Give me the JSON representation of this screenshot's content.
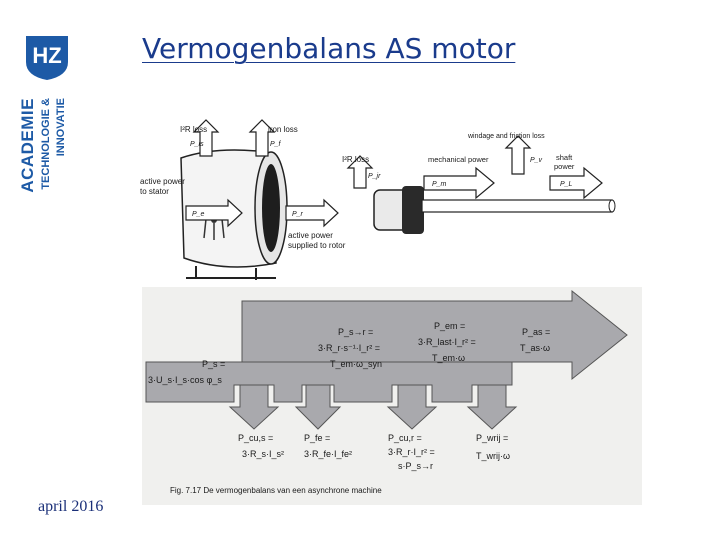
{
  "sidebar": {
    "logo_text": "HZ",
    "academie": "ACADEMIE",
    "line2": "TECHNOLOGIE &",
    "line3": "INNOVATIE"
  },
  "slide": {
    "title": "Vermogenbalans AS motor",
    "date": "april 2016"
  },
  "motor_diagram": {
    "stator_loss": "I²R loss",
    "stator_loss_sym": "P_is",
    "iron_loss": "iron loss",
    "iron_loss_sym": "P_f",
    "windage_loss": "windage and friction loss",
    "rotor_loss": "I²R loss",
    "rotor_loss_sym": "P_jr",
    "mech_power": "mechanical power",
    "mech_sym": "P_m",
    "windage_sym": "P_v",
    "shaft_power_1": "shaft",
    "shaft_power_2": "power",
    "shaft_sym": "P_L",
    "active_stator_1": "active power",
    "active_stator_2": "to stator",
    "pe_sym": "P_e",
    "active_rotor_1": "active power",
    "active_rotor_2": "supplied to rotor",
    "pr_sym": "P_r"
  },
  "balance_diagram": {
    "ps_label": "P_s =",
    "ps_formula": "3·U_s·I_s·cos φ_s",
    "psr_label": "P_s→r =",
    "psr_formula_1": "3·R_r·s⁻¹·I_r² =",
    "psr_formula_2": "T_em·ω_syn",
    "pem_label": "P_em =",
    "pem_formula_1": "3·R_last·I_r² =",
    "pem_formula_2": "T_em·ω",
    "pas_label": "P_as =",
    "pas_formula": "T_as·ω",
    "pcus_label": "P_cu,s =",
    "pcus_formula": "3·R_s·I_s²",
    "pfe_label": "P_fe =",
    "pfe_formula": "3·R_fe·I_fe²",
    "pcur_label": "P_cu,r =",
    "pcur_formula_1": "3·R_r·I_r² =",
    "pcur_formula_2": "s·P_s→r",
    "pwrij_label": "P_wrij =",
    "pwrij_formula": "T_wrij·ω",
    "caption": "Fig. 7.17  De vermogenbalans van een asynchrone machine"
  }
}
